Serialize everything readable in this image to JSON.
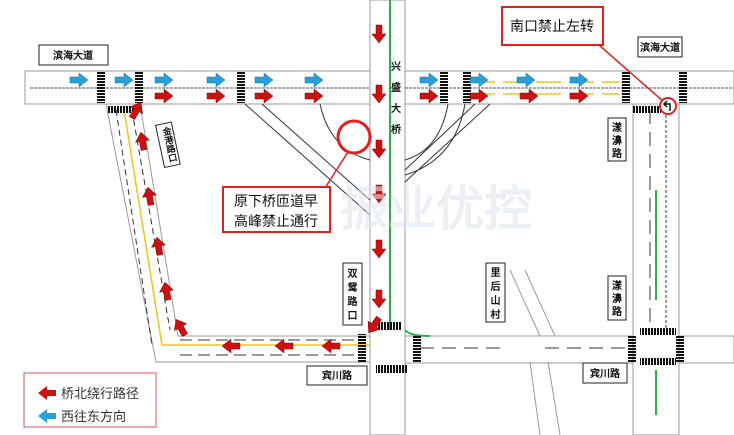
{
  "roads": {
    "binhai_left": "滨海大道",
    "binhai_right": "滨海大道",
    "jingang": "金港路口",
    "xingsheng": [
      "兴",
      "盛",
      "大",
      "桥"
    ],
    "shuangyuan": [
      "双",
      "鸳",
      "路",
      "口"
    ],
    "binchuan_left": "宾川路",
    "binchuan_right": "宾川路",
    "lihou": [
      "里",
      "后",
      "山",
      "村"
    ],
    "yangbi_top": [
      "漾",
      "濞",
      "路"
    ],
    "yangbi_bottom": [
      "漾",
      "濞",
      "路"
    ]
  },
  "callouts": {
    "ramp_closed": [
      "原下桥匝道早",
      "高峰禁止通行"
    ],
    "no_left_turn": "南口禁止左转"
  },
  "legend": {
    "items": [
      {
        "label": "桥北绕行路径",
        "color": "#cc1111"
      },
      {
        "label": "西往东方向",
        "color": "#2a9fd6"
      }
    ]
  },
  "watermark": "振业优控",
  "colors": {
    "detour": "#cc1111",
    "west_east": "#2a9fd6",
    "callout_border": "#e02020",
    "green_line": "#2bb24c",
    "yellow_line": "#f0c419"
  }
}
